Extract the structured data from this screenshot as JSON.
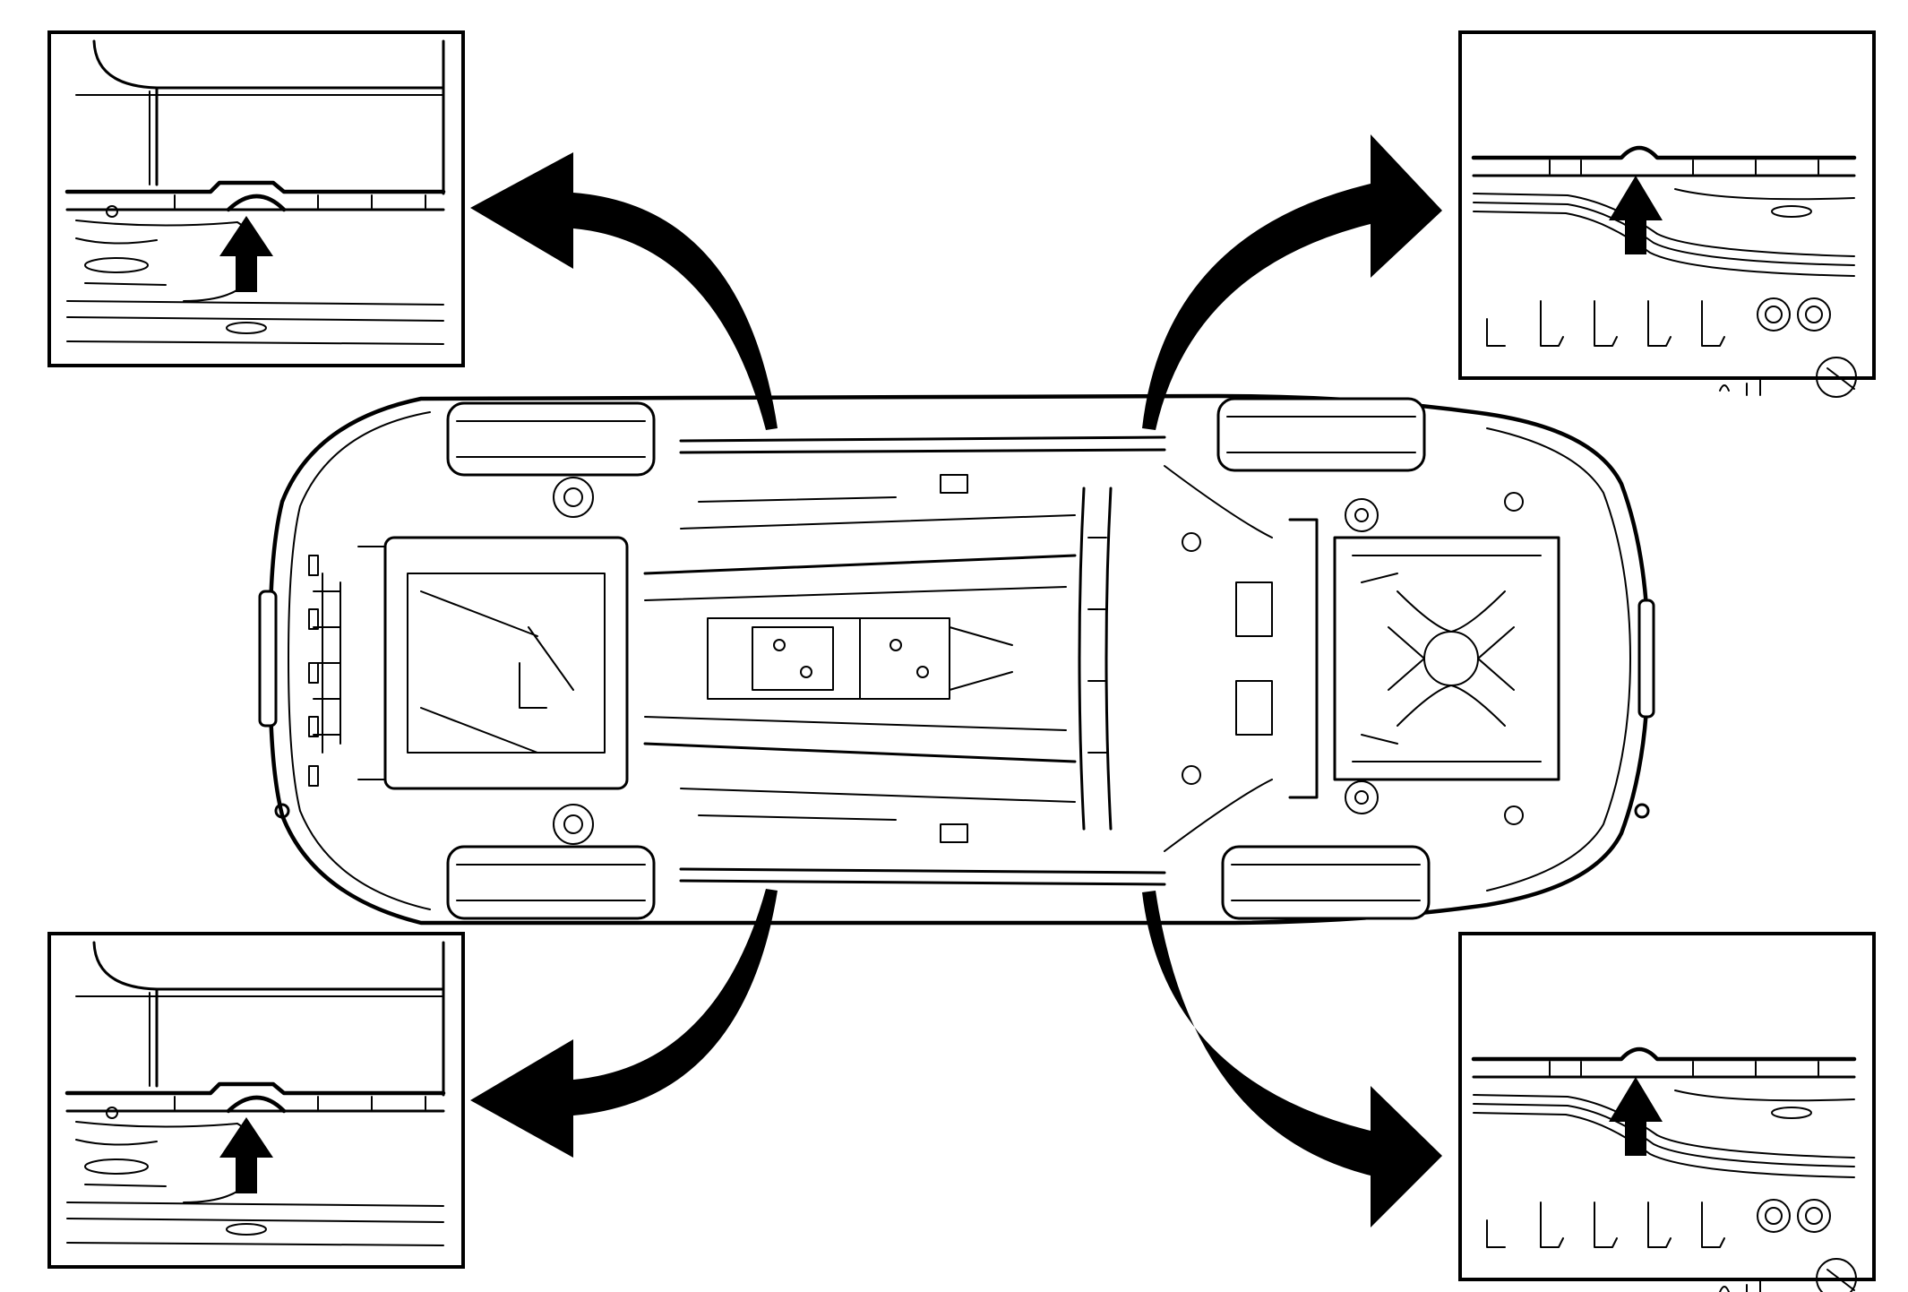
{
  "diagram": {
    "colors": {
      "line": "#000000",
      "background": "#ffffff"
    },
    "callouts": [
      {
        "id": "front-left",
        "shows": "lift-point-notch",
        "arrow": "up-arrow-icon"
      },
      {
        "id": "front-right",
        "shows": "lift-point-notch",
        "arrow": "up-arrow-icon"
      },
      {
        "id": "rear-left",
        "shows": "lift-point-notch",
        "arrow": "up-arrow-icon"
      },
      {
        "id": "rear-right",
        "shows": "lift-point-notch",
        "arrow": "up-arrow-icon"
      }
    ],
    "icons": [
      "up-arrow-icon",
      "curved-arrow-icon"
    ]
  }
}
